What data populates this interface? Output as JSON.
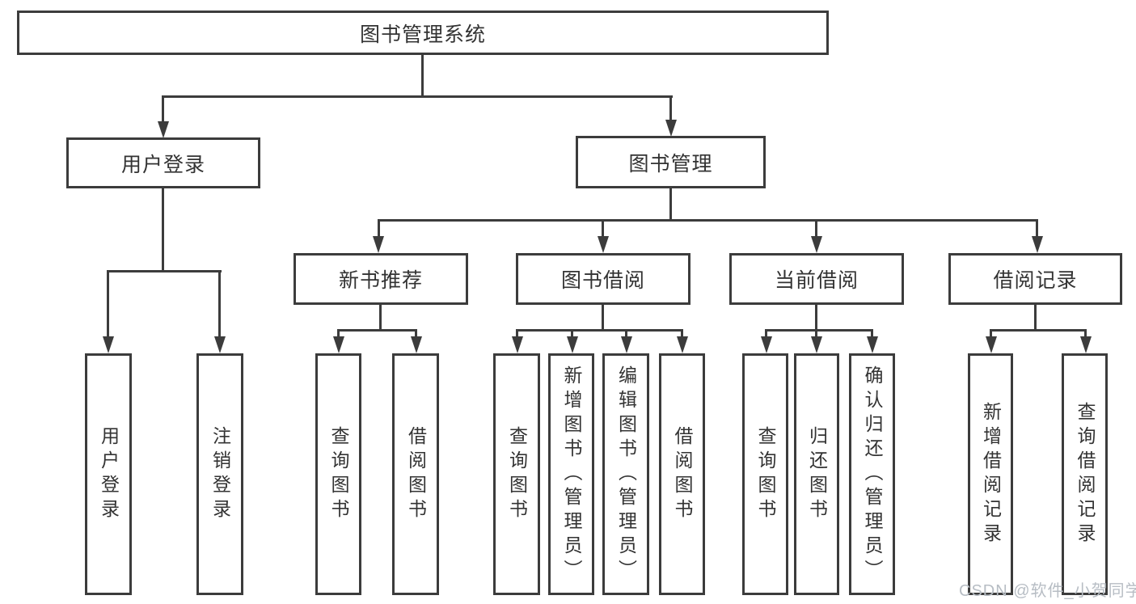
{
  "colors": {
    "line": "#3c3c3c",
    "text": "#333333",
    "background": "#ffffff",
    "watermark": "#b7bdc4"
  },
  "tree": {
    "root": {
      "label": "图书管理系统"
    },
    "branches": [
      {
        "label": "用户登录",
        "children": [
          {
            "label": "用户登录"
          },
          {
            "label": "注销登录"
          }
        ]
      },
      {
        "label": "图书管理",
        "children": [
          {
            "label": "新书推荐",
            "children": [
              {
                "label": "查询图书"
              },
              {
                "label": "借阅图书"
              }
            ]
          },
          {
            "label": "图书借阅",
            "children": [
              {
                "label": "查询图书"
              },
              {
                "label": "新增图书（管理员）"
              },
              {
                "label": "编辑图书（管理员）"
              },
              {
                "label": "借阅图书"
              }
            ]
          },
          {
            "label": "当前借阅",
            "children": [
              {
                "label": "查询图书"
              },
              {
                "label": "归还图书"
              },
              {
                "label": "确认归还（管理员）"
              }
            ]
          },
          {
            "label": "借阅记录",
            "children": [
              {
                "label": "新增借阅记录"
              },
              {
                "label": "查询借阅记录"
              }
            ]
          }
        ]
      }
    ]
  },
  "watermark": {
    "text": "CSDN @软件_小贺同学"
  }
}
